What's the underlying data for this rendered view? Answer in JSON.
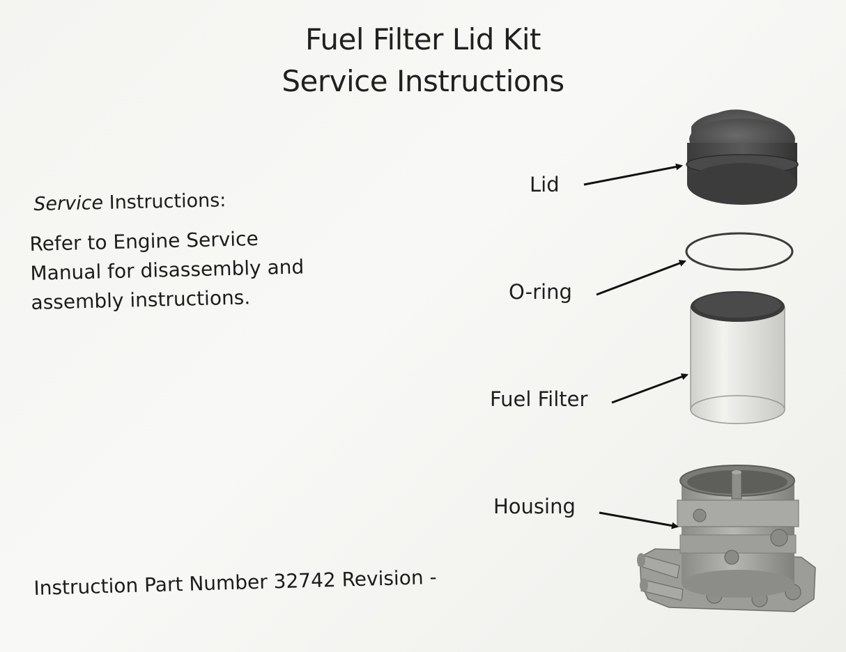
{
  "title": {
    "line1": "Fuel Filter Lid Kit",
    "line2": "Service Instructions"
  },
  "service": {
    "heading_italic": "Service",
    "heading_rest": " Instructions:",
    "lines": [
      "Refer to Engine Service",
      "Manual for disassembly and",
      "assembly instructions."
    ]
  },
  "parts": {
    "lid": "Lid",
    "oring": "O-ring",
    "filter": "Fuel Filter",
    "housing": "Housing"
  },
  "footer": "Instruction Part Number 32742 Revision -"
}
